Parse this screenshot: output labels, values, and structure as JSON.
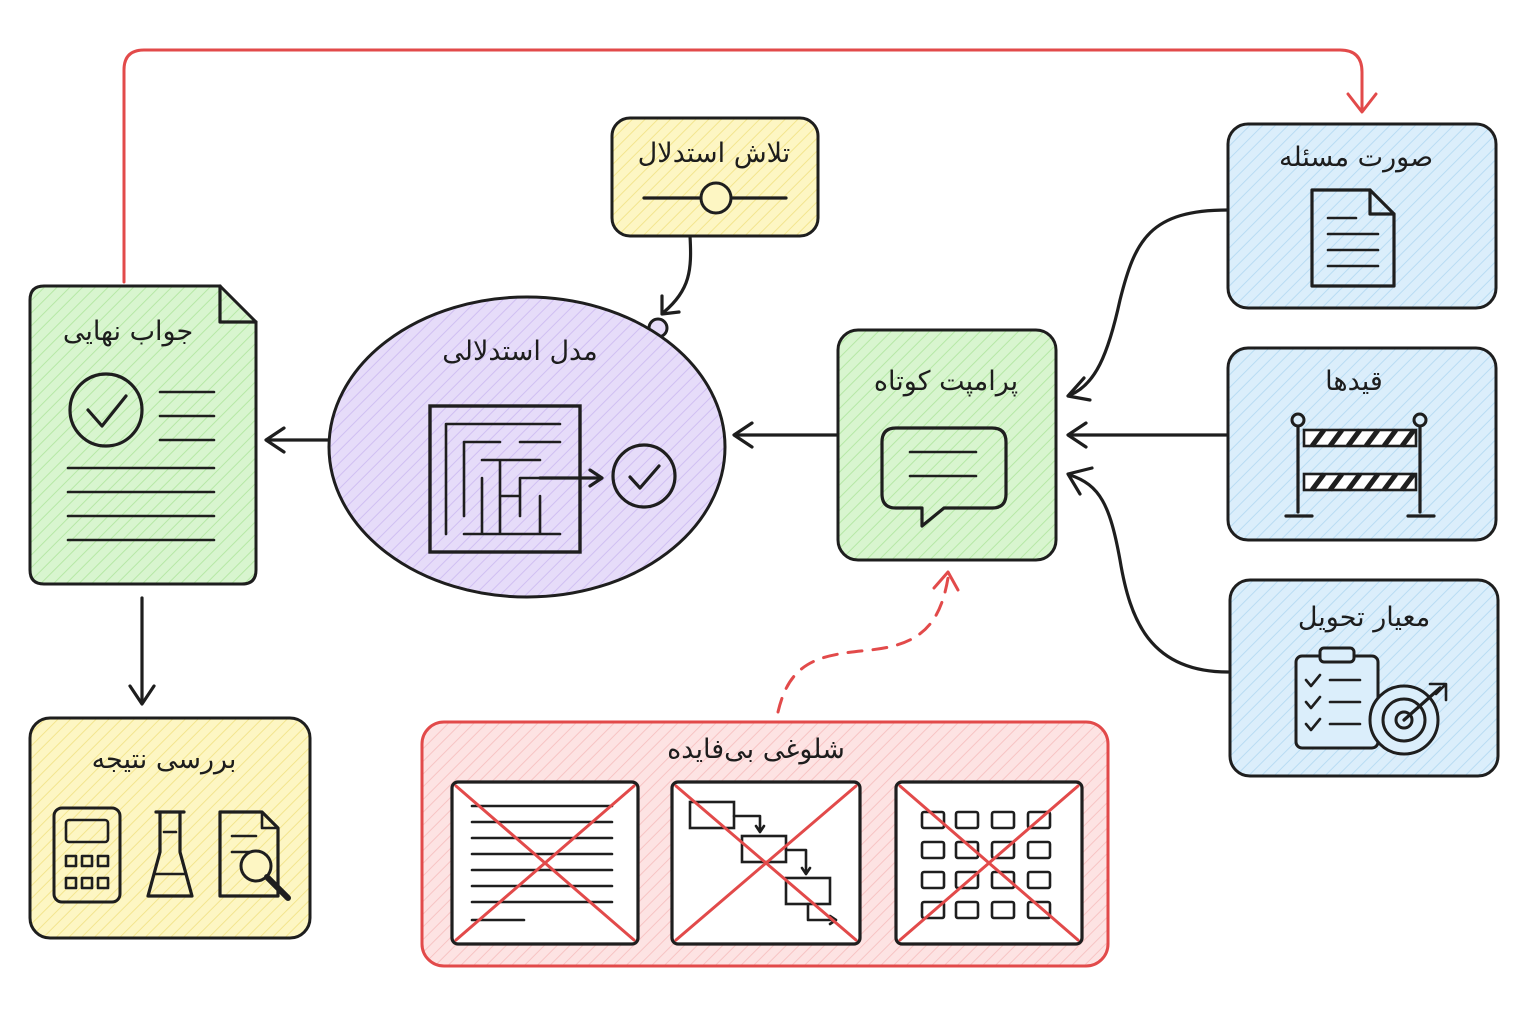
{
  "nodes": {
    "problem": {
      "label": "صورت مسئله",
      "icon": "document-icon",
      "color": "#dbeefb"
    },
    "constraints": {
      "label": "قیدها",
      "icon": "barrier-icon",
      "color": "#dbeefb"
    },
    "criteria": {
      "label": "معیار تحویل",
      "icon": "clipboard-target-icon",
      "color": "#dbeefb"
    },
    "prompt": {
      "label": "پرامپت کوتاه",
      "icon": "chat-bubble-icon",
      "color": "#d8f5cf"
    },
    "effort": {
      "label": "تلاش استدلال",
      "icon": "slider-icon",
      "color": "#fdf6c3"
    },
    "model": {
      "label": "مدل استدلالی",
      "icon": "maze-check-icon",
      "color": "#e6dcf9"
    },
    "answer": {
      "label": "جواب نهایی",
      "icon": "answer-document-icon",
      "color": "#d8f5cf"
    },
    "check": {
      "label": "بررسی نتیجه",
      "icons": [
        "calculator-icon",
        "flask-icon",
        "document-search-icon"
      ],
      "color": "#fdf6c3"
    },
    "clutter": {
      "label": "شلوغی بی‌فایده",
      "icons": [
        "crossed-text-icon",
        "crossed-flowchart-icon",
        "crossed-grid-icon"
      ],
      "color": "#fde3e3"
    }
  },
  "colors": {
    "ink": "#1e1e1e",
    "feedback": "#e24a4a"
  }
}
